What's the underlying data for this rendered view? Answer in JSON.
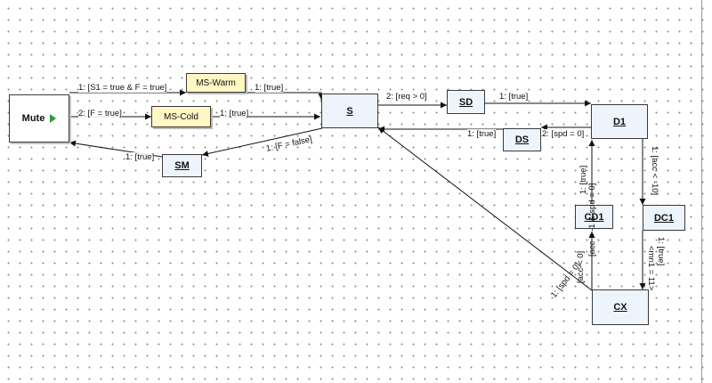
{
  "nodes": {
    "mute": {
      "label": "Mute",
      "icon": "play-icon"
    },
    "ms_warm": {
      "label": "MS-Warm"
    },
    "ms_cold": {
      "label": "MS-Cold"
    },
    "s": {
      "label": "S"
    },
    "sm": {
      "label": "SM"
    },
    "sd": {
      "label": "SD"
    },
    "ds": {
      "label": "DS"
    },
    "d1": {
      "label": "D1"
    },
    "cd1": {
      "label": "CD1"
    },
    "dc1": {
      "label": "DC1"
    },
    "cx": {
      "label": "CX"
    }
  },
  "edges": {
    "mute_mswarm": "1: [S1 = true & F = true]",
    "mswarm_s": "1: [true]",
    "mute_mscold": "2: [F = true]",
    "mscold_s": "1: [true]",
    "s_sm": "1: [F = false]",
    "sm_mute": "1: [true]",
    "s_sd": "2: [req > 0]",
    "sd_d1": "1: [true]",
    "d1_ds": "2: [spd = 0]",
    "ds_s": "1: [true]",
    "d1_dc1": "1: [acc < -10]",
    "dc1_cx": "1: [true]",
    "dc1_cx_action": "<mn1 = 11>",
    "cd1_d1": "1: [true]",
    "cd1_d1_guard": "[acc < -1 & spd = 0]",
    "cx_cd1": "[acc < 0]",
    "cx_s": "1: [spd = 0]"
  },
  "colors": {
    "state_fill": "#eef4fb",
    "sub_fill": "#fff7c4",
    "play_icon": "#2a9d3a"
  }
}
